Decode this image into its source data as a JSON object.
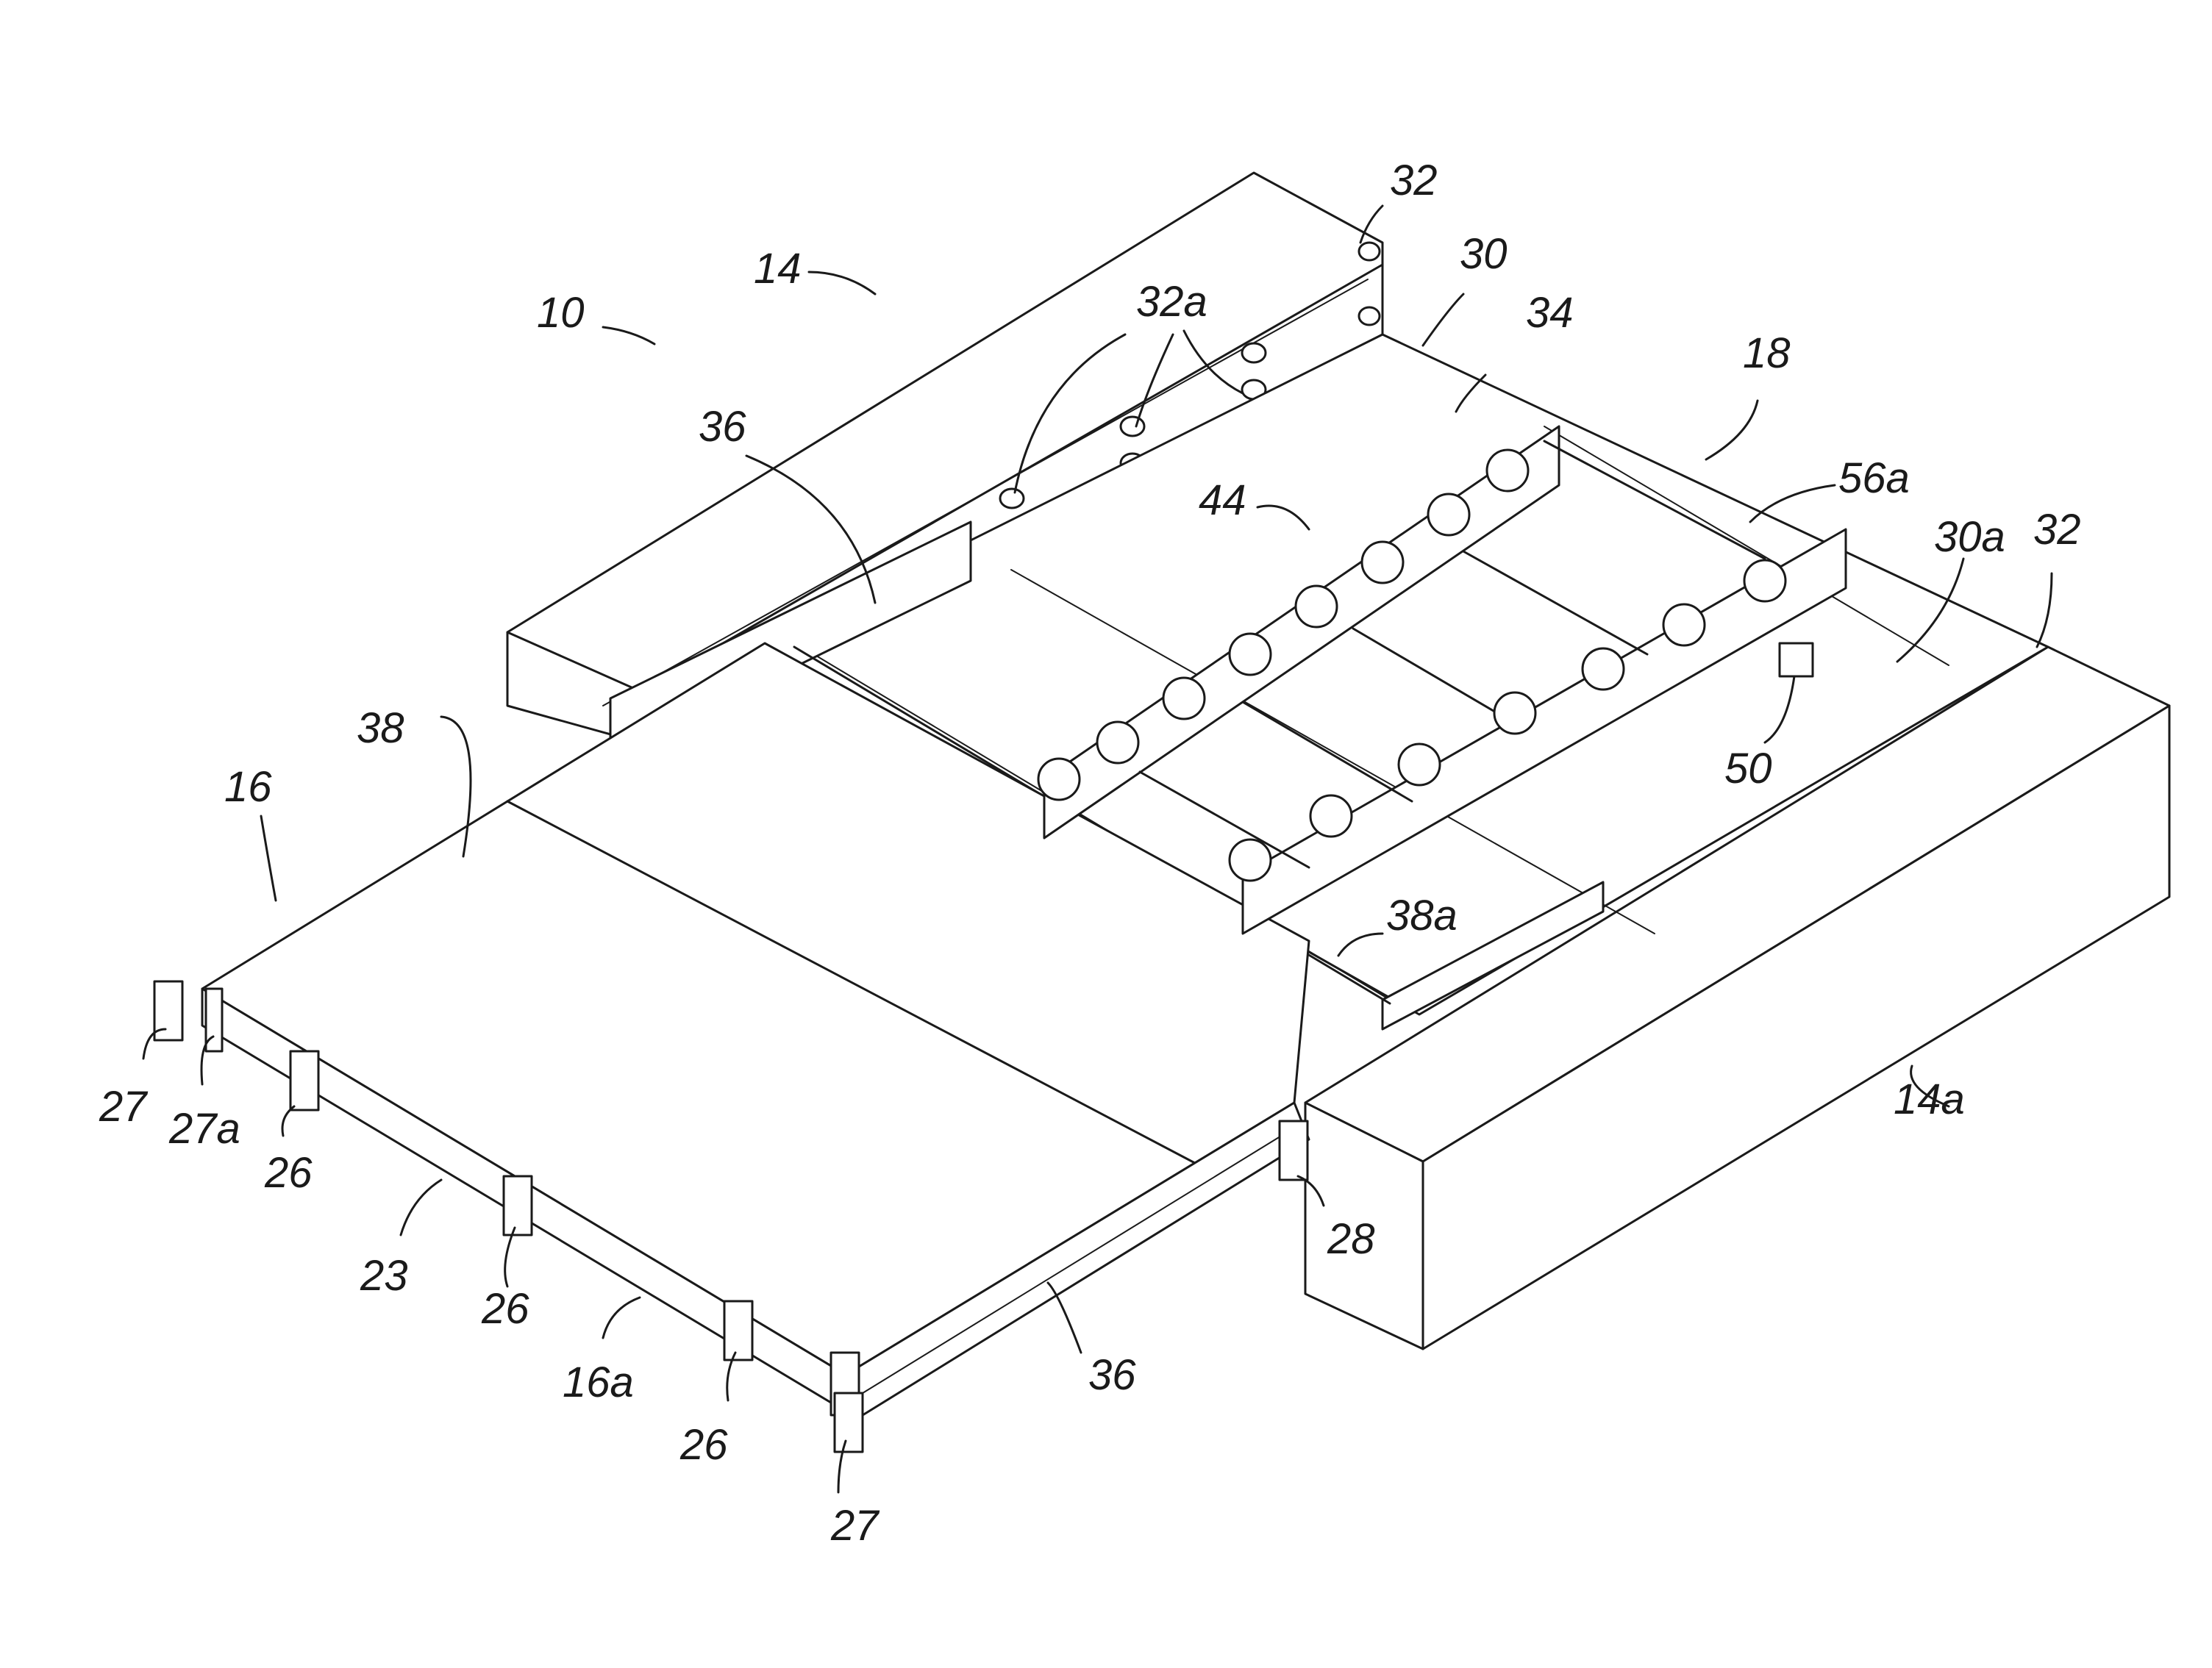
{
  "figure": {
    "labels": [
      {
        "id": "10",
        "text": "10"
      },
      {
        "id": "14",
        "text": "14"
      },
      {
        "id": "14a",
        "text": "14a"
      },
      {
        "id": "16",
        "text": "16"
      },
      {
        "id": "16a",
        "text": "16a"
      },
      {
        "id": "18",
        "text": "18"
      },
      {
        "id": "23",
        "text": "23"
      },
      {
        "id": "26a",
        "text": "26"
      },
      {
        "id": "26b",
        "text": "26"
      },
      {
        "id": "26c",
        "text": "26"
      },
      {
        "id": "27a",
        "text": "27"
      },
      {
        "id": "27b",
        "text": "27"
      },
      {
        "id": "27sub",
        "text": "27a"
      },
      {
        "id": "28",
        "text": "28"
      },
      {
        "id": "30",
        "text": "30"
      },
      {
        "id": "30a",
        "text": "30a"
      },
      {
        "id": "32a",
        "text": "32"
      },
      {
        "id": "32b",
        "text": "32"
      },
      {
        "id": "32sub",
        "text": "32a"
      },
      {
        "id": "34",
        "text": "34"
      },
      {
        "id": "36a",
        "text": "36"
      },
      {
        "id": "36b",
        "text": "36"
      },
      {
        "id": "38",
        "text": "38"
      },
      {
        "id": "38a",
        "text": "38a"
      },
      {
        "id": "44",
        "text": "44"
      },
      {
        "id": "50",
        "text": "50"
      },
      {
        "id": "56a",
        "text": "56a"
      }
    ]
  }
}
